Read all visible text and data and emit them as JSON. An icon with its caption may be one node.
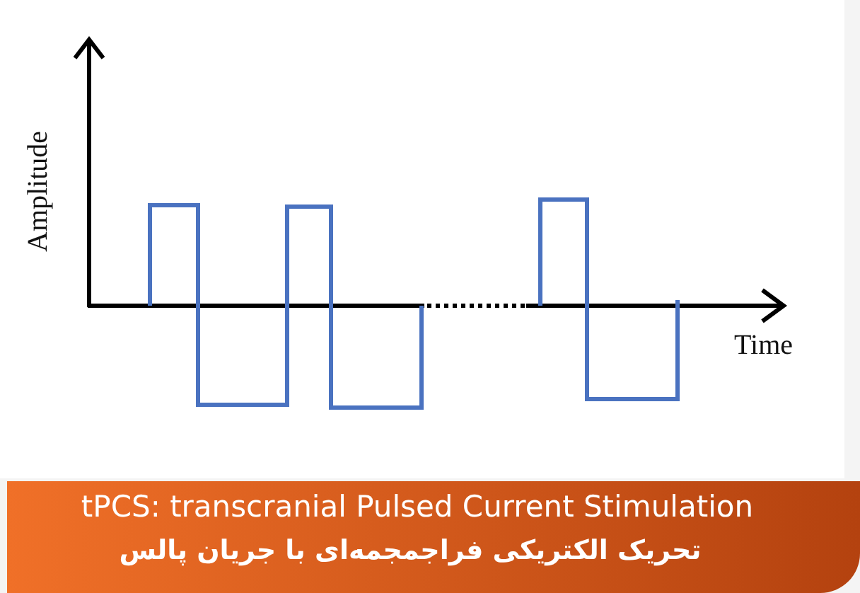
{
  "diagram": {
    "nodes": [
      {
        "text": [
          "tPCS: transcranial Pulsed Current Stimulation",
          "تحریک الکتریکی فراجمجمه‌ای با جریان پالس"
        ]
      }
    ],
    "labels": [
      "Amplitude",
      "Time"
    ]
  }
}
